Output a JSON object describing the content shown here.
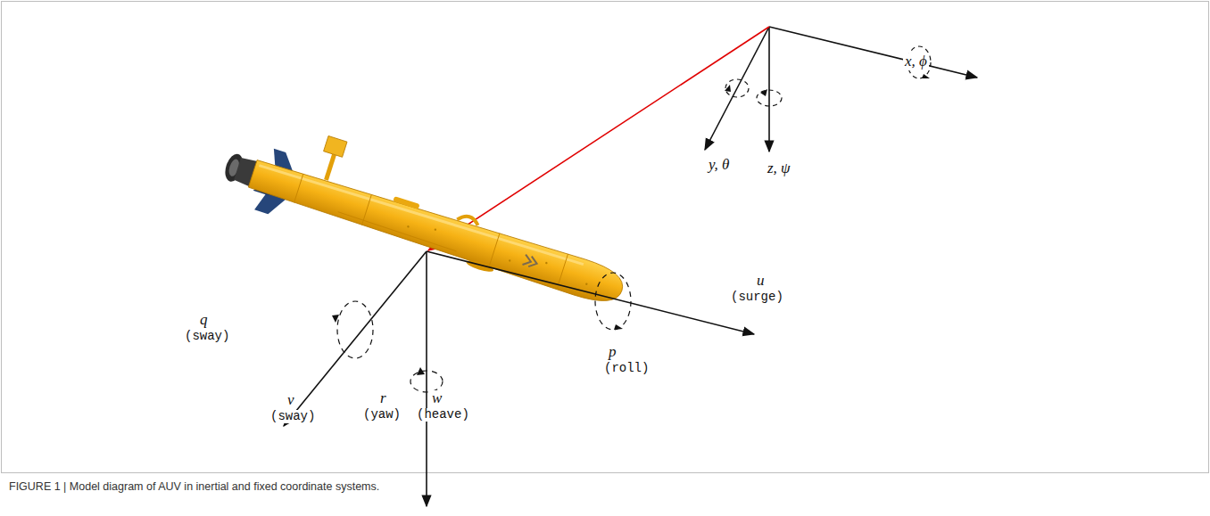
{
  "diagram": {
    "caption": "FIGURE 1 | Model diagram of AUV in inertial and fixed coordinate systems.",
    "labels": [
      "x, ϕ",
      "y, θ",
      "z, ψ",
      "u",
      "(surge)",
      "p",
      "(roll)",
      "q",
      "(sway)",
      "v",
      "(sway)",
      "r",
      "(yaw)",
      "w",
      "(heave)"
    ]
  }
}
